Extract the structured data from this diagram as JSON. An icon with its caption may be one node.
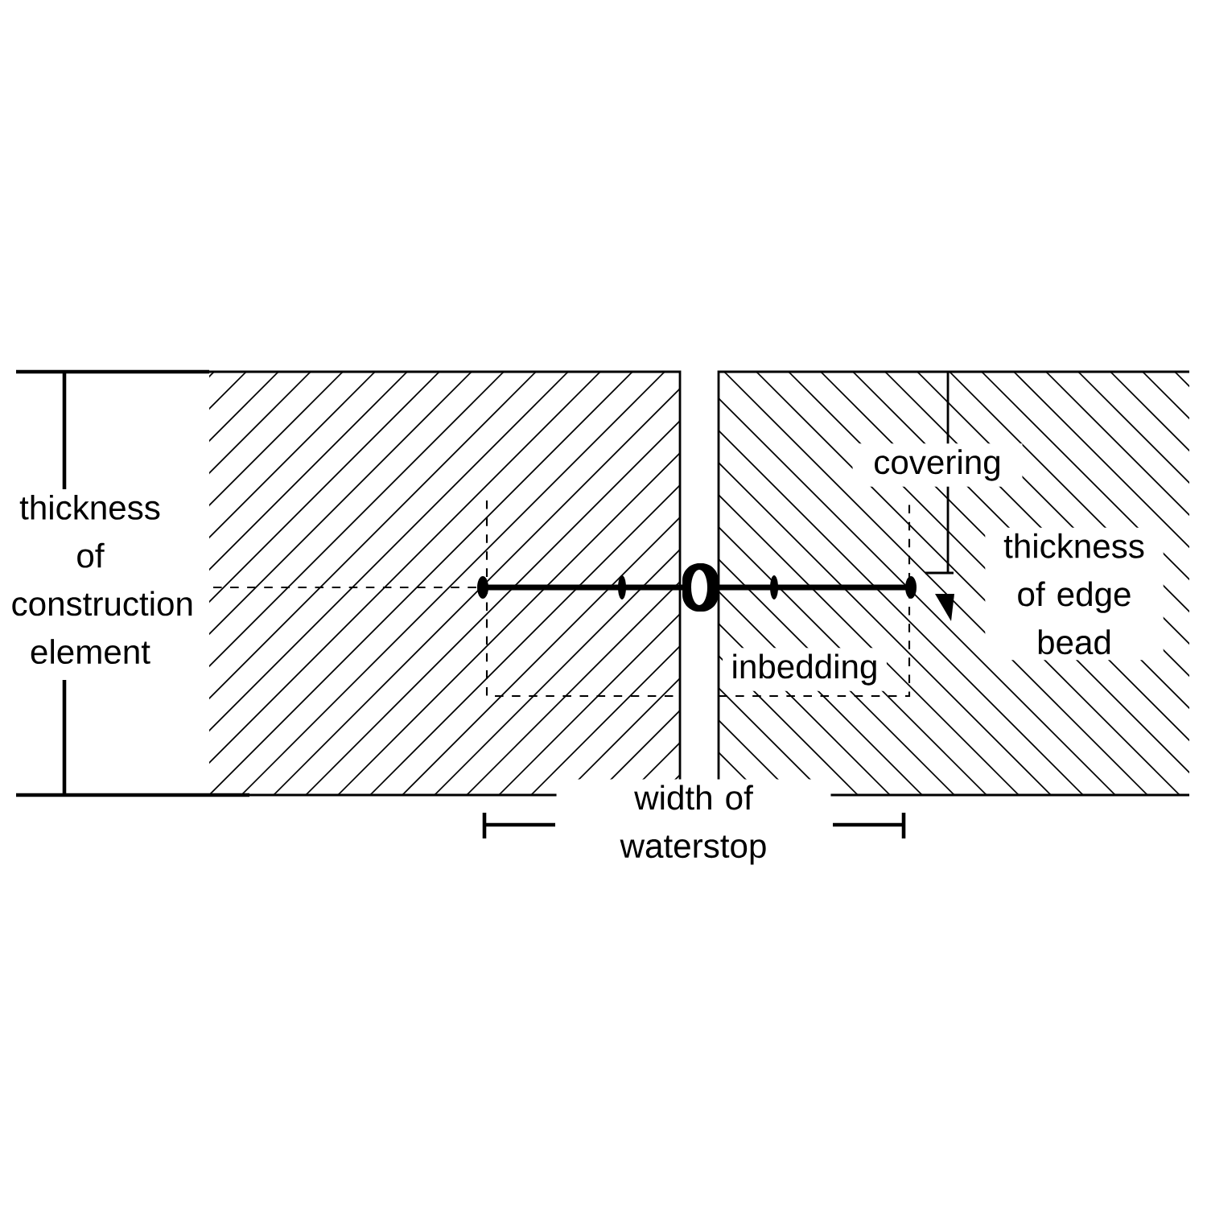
{
  "diagram": {
    "labels": [
      "covering",
      "thickness of construction element",
      "thickness of edge bead",
      "inbedding",
      "width of waterstop"
    ]
  }
}
